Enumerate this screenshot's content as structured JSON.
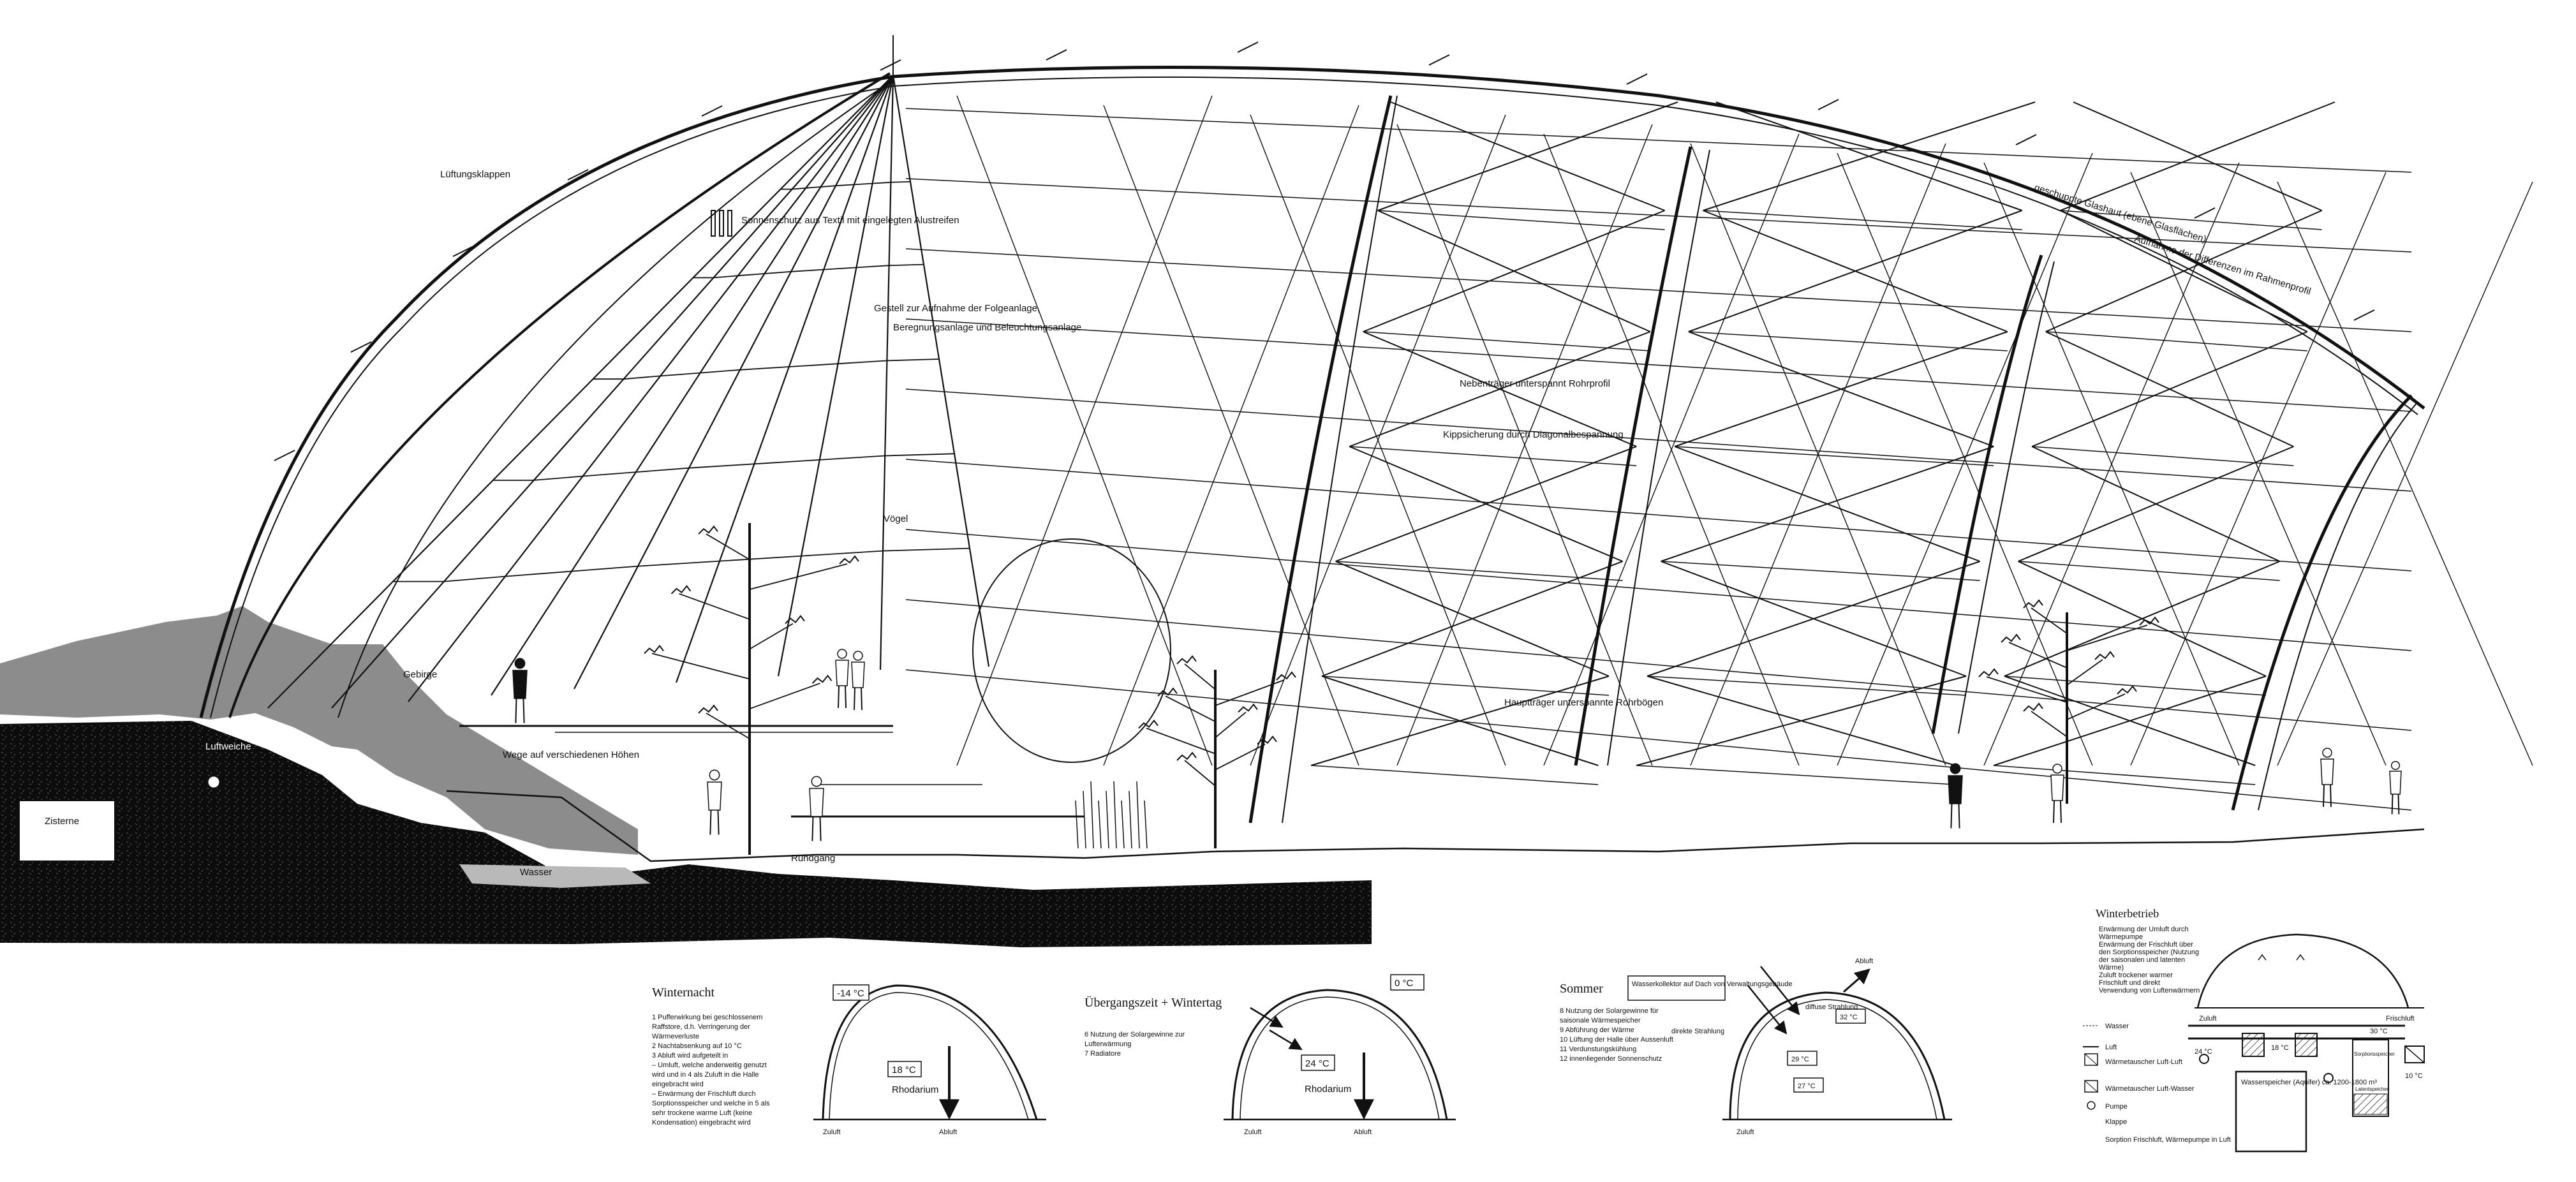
{
  "main_section": {
    "labels": {
      "lueftungsklappen": "Lüftungsklappen",
      "sonnenschutz": "Sonnenschutz aus Textil mit eingelegten Alustreifen",
      "gestell_line1": "Gestell zur Aufnahme der Folgeanlage,",
      "gestell_line2": "Beregnungsanlage und Beleuchtungsanlage",
      "geschuppte_glashaut": "geschuppte Glashaut (ebene Glasflächen)",
      "aufnahme_differenzen": "Aufnahme der Differenzen im Rahmenprofil",
      "nebentraeger": "Nebenträger unterspannt Rohrprofil",
      "kippsicherung": "Kippsicherung durch Diagonalbespannung",
      "haupttraeger": "Hauptträger unterspannte Rohrbögen",
      "voegel": "Vögel",
      "gebirge": "Gebirge",
      "luftweichen": "Luftweiche",
      "zisterne": "Zisterne",
      "wege": "Wege auf verschiedenen Höhen",
      "rundgang": "Rundgang",
      "wasser": "Wasser"
    }
  },
  "diagrams": {
    "winternacht": {
      "title": "Winternacht",
      "legend": [
        "1  Pufferwirkung bei geschlossenem Raffstore, d.h. Verringerung der Wärmeverluste",
        "2  Nachtabsenkung auf 10 °C",
        "3  Abluft wird aufgeteilt in",
        "   – Umluft, welche anderweitig genutzt wird und in 4 als Zuluft in die Halle eingebracht wird",
        "   – Erwärmung der Frischluft durch Sorptionsspeicher und welche in 5 als sehr trockene warme Luft (keine Kondensation) eingebracht wird"
      ],
      "temp_outside": "-14 °C",
      "temp_inside": "18 °C",
      "floor_label": "Rhodarium",
      "inlet_label": "Zuluft",
      "outlet_label": "Abluft"
    },
    "uebergangszeit": {
      "title": "Übergangszeit + Wintertag",
      "legend": [
        "6  Nutzung der Solargewinne zur Lufterwärmung",
        "7  Radiatore"
      ],
      "temp_outside": "0 °C",
      "temp_inside": "24 °C",
      "floor_label": "Rhodarium",
      "inlet_label": "Zuluft",
      "outlet_label": "Abluft"
    },
    "sommer": {
      "title": "Sommer",
      "note": "Wasserkollektor auf Dach von Verwaltungsgebäude",
      "legend": [
        "8  Nutzung der Solargewinne für saisonale Wärmespeicher",
        "9  Abführung der Wärme",
        "10  Lüftung der Halle über Aussenluft",
        "11  Verdunstungskühlung",
        "12  innenliegender Sonnenschutz"
      ],
      "direct_label": "direkte Strahlung",
      "diffuse_label": "diffuse Strahlung",
      "temp_top": "32 °C",
      "temp_mid": "29 °C",
      "temp_low": "27 °C",
      "inlet_label": "Zuluft",
      "outlet_label": "Abluft"
    },
    "winterbetrieb": {
      "title": "Winterbetrieb",
      "notes": [
        "Erwärmung der Umluft durch Wärmepumpe",
        "Erwärmung der Frischluft über den Sorptionsspeicher (Nutzung der saisonalen und latenten Wärme)",
        "Zuluft trockener warmer Frischluft und direkt Verwendung von Luftenwärmern"
      ],
      "legend": [
        "Wasser",
        "Luft",
        "Wärmetauscher Luft-Luft",
        "Wärmetauscher Luft-Wasser",
        "Pumpe",
        "Klappe",
        "Sorption Frischluft, Wärmepumpe in Luft"
      ],
      "labels": {
        "zuluft": "Zuluft",
        "frischluft": "Frischluft",
        "waermespeicher": "Wasserspeicher (Aquifer) ca. 1200-1800 m³",
        "sorptionsspeicher": "Sorptionsspeicher",
        "latentspeicher": "Latentspeicher",
        "temp1": "24 °C",
        "temp2": "18 °C",
        "temp3": "30 °C",
        "temp4": "10 °C"
      }
    }
  },
  "colors": {
    "ink": "#111111",
    "rock": "#0c0c0c",
    "earth": "#8c8c8c",
    "water": "#b9b9b9",
    "paper": "#ffffff"
  }
}
